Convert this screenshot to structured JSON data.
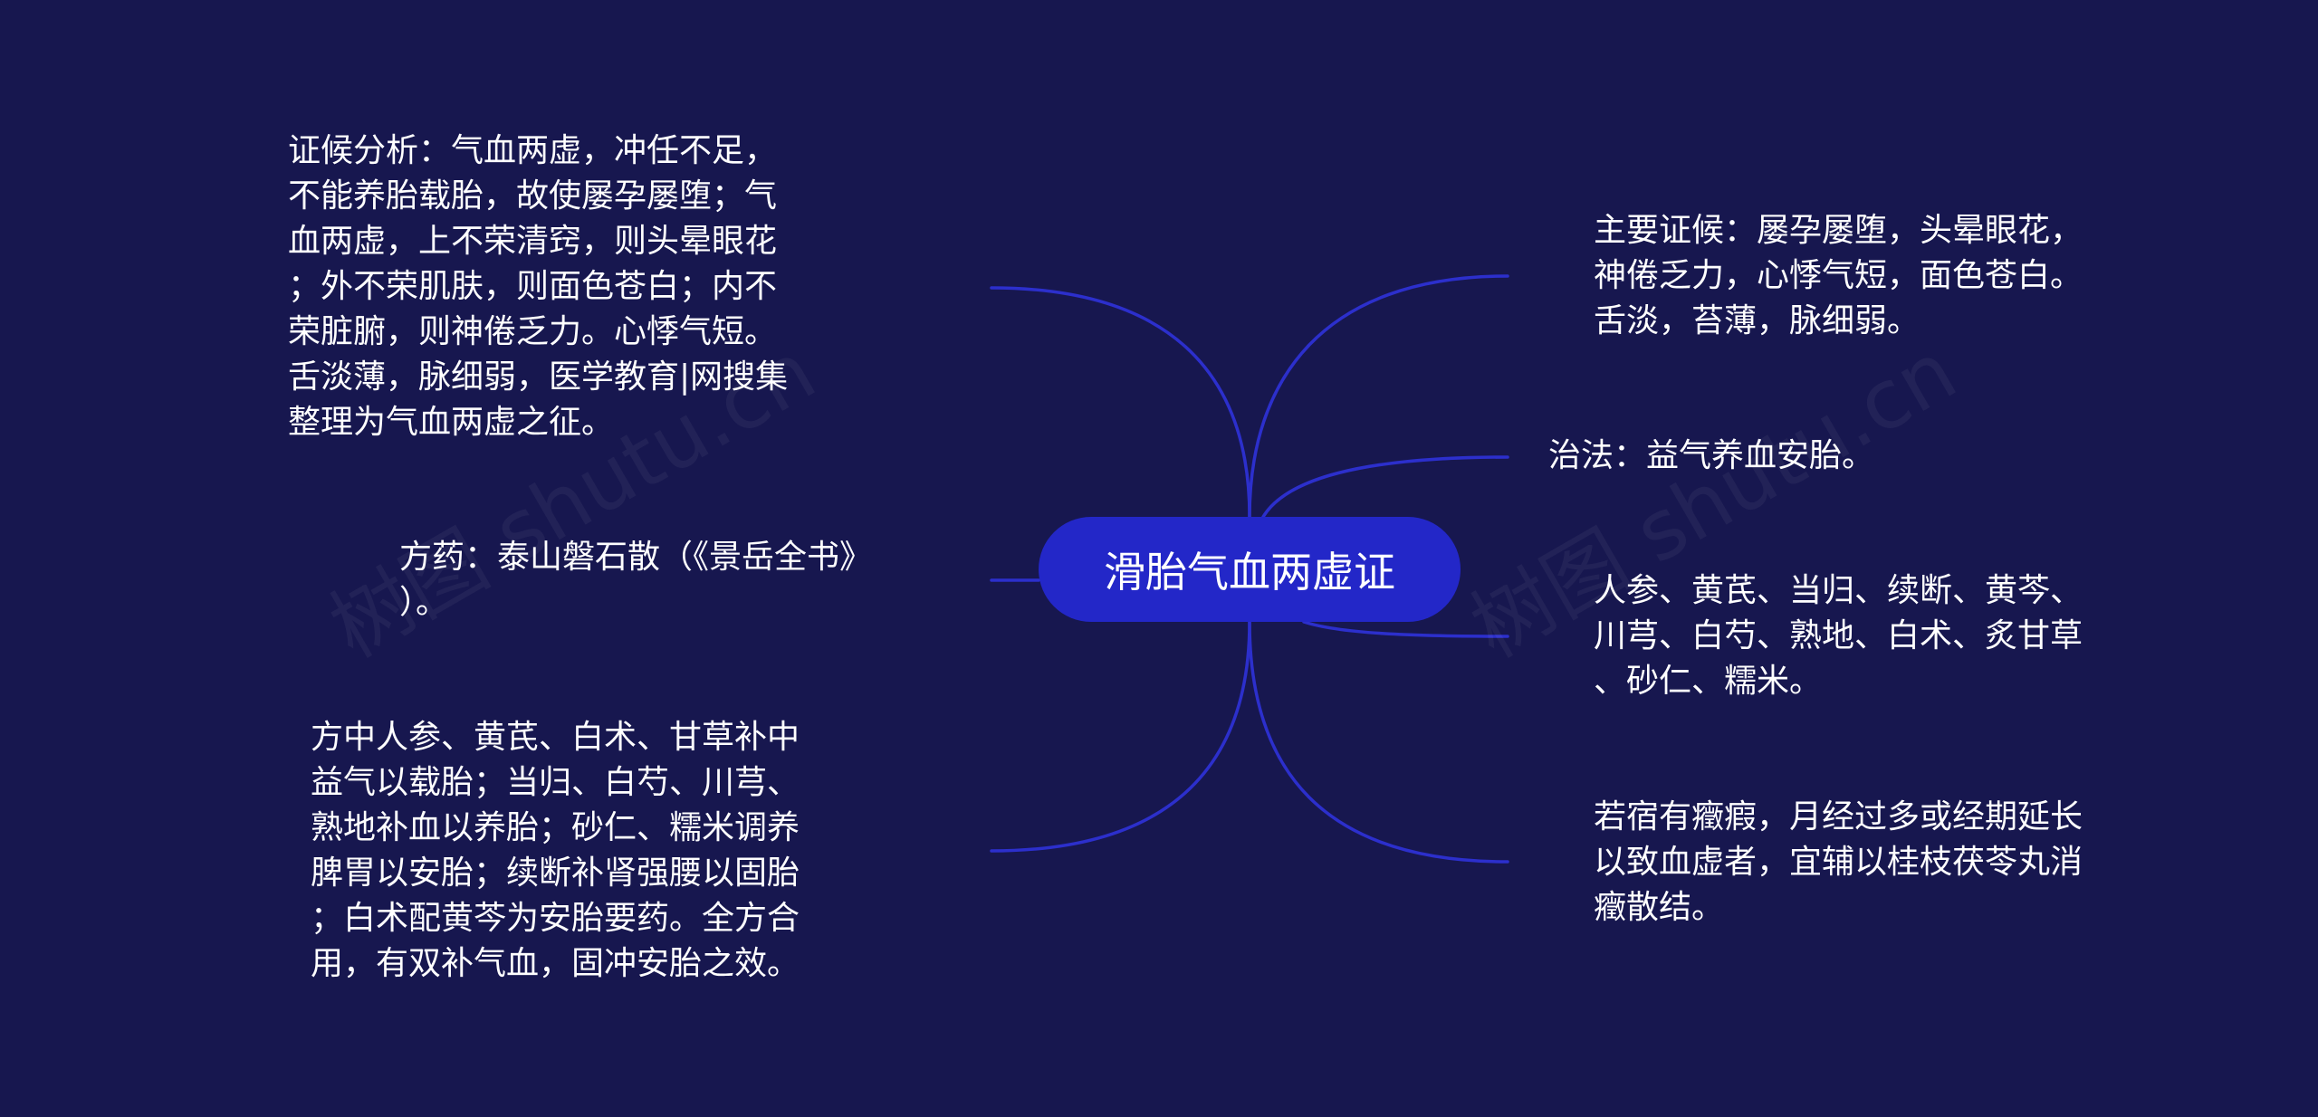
{
  "center": {
    "label": "滑胎气血两虚证"
  },
  "left_nodes": [
    {
      "id": "syndrome-analysis",
      "text": "证候分析：气血两虚，冲任不足，\n不能养胎载胎，故使屡孕屡堕；气\n血两虚，上不荣清窍，则头晕眼花\n；外不荣肌肤，则面色苍白；内不\n荣脏腑，则神倦乏力。心悸气短。\n舌淡薄，脉细弱，医学教育|网搜集\n整理为气血两虚之征。"
    },
    {
      "id": "prescription",
      "text": "方药：泰山磐石散（《景岳全书》\n）。"
    },
    {
      "id": "formula-explanation",
      "text": "方中人参、黄芪、白术、甘草补中\n益气以载胎；当归、白芍、川芎、\n熟地补血以养胎；砂仁、糯米调养\n脾胃以安胎；续断补肾强腰以固胎\n；白术配黄芩为安胎要药。全方合\n用，有双补气血，固冲安胎之效。"
    }
  ],
  "right_nodes": [
    {
      "id": "main-symptoms",
      "text": "主要证候：屡孕屡堕，头晕眼花，\n神倦乏力，心悸气短，面色苍白。\n舌淡，苔薄，脉细弱。"
    },
    {
      "id": "treatment",
      "text": "治法：益气养血安胎。"
    },
    {
      "id": "ingredients",
      "text": "人参、黄芪、当归、续断、黄芩、\n川芎、白芍、熟地、白术、炙甘草\n、砂仁、糯米。"
    },
    {
      "id": "modification",
      "text": "若宿有癥瘕，月经过多或经期延长\n以致血虚者，宜辅以桂枝茯苓丸消\n癥散结。"
    }
  ],
  "watermark": {
    "text": "树图 shutu.cn"
  },
  "colors": {
    "background": "#17174f",
    "center_fill": "#2327c8",
    "branch_line": "#2c2fcc",
    "text": "#ffffff"
  }
}
